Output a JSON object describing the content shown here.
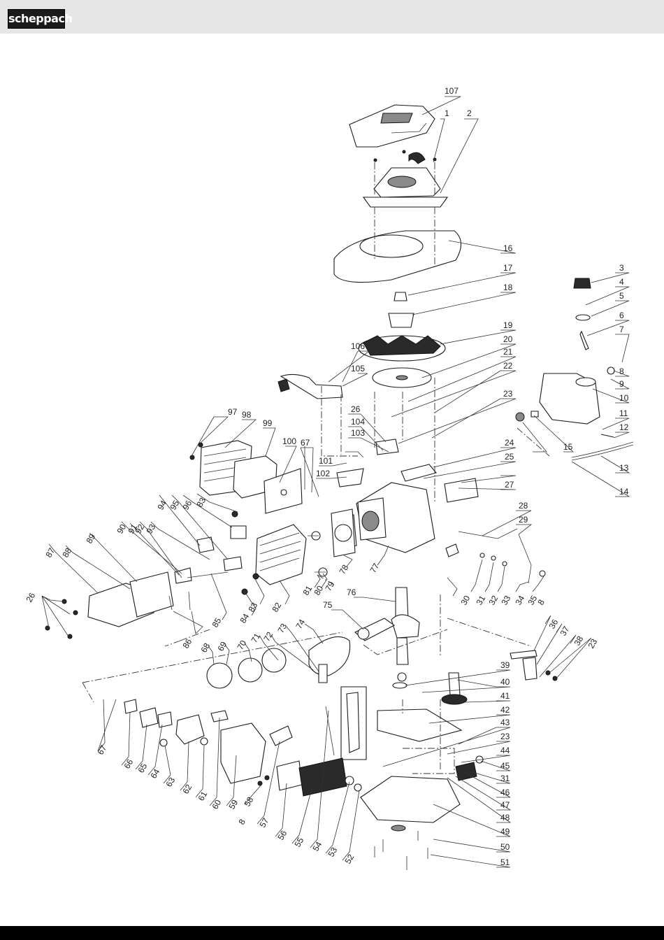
{
  "header": {
    "brand": "scheppach",
    "background": "#e6e6e6",
    "logo_color": "#1b1b1b"
  },
  "footer": {
    "color": "#000000"
  },
  "diagram": {
    "labels": [
      "107",
      "1",
      "2",
      "16",
      "17",
      "18",
      "19",
      "20",
      "21",
      "22",
      "23",
      "3",
      "4",
      "5",
      "6",
      "7",
      "8",
      "9",
      "10",
      "11",
      "12",
      "13",
      "14",
      "15",
      "106",
      "105",
      "26",
      "104",
      "103",
      "101",
      "102",
      "24",
      "25",
      "27",
      "28",
      "29",
      "97",
      "98",
      "99",
      "100",
      "67",
      "94",
      "95",
      "96",
      "83",
      "92",
      "93",
      "90",
      "91",
      "89",
      "88",
      "87",
      "86",
      "85",
      "84",
      "82",
      "81",
      "80",
      "79",
      "78",
      "77",
      "76",
      "75",
      "74",
      "73",
      "72",
      "71",
      "70",
      "69",
      "68",
      "30",
      "31",
      "32",
      "33",
      "34",
      "35",
      "36",
      "37",
      "38",
      "39",
      "40",
      "41",
      "42",
      "43",
      "44",
      "45",
      "46",
      "47",
      "48",
      "49",
      "50",
      "51",
      "52",
      "53",
      "54",
      "55",
      "56",
      "57",
      "58",
      "59",
      "60",
      "61",
      "62",
      "63",
      "64",
      "65",
      "66"
    ]
  }
}
